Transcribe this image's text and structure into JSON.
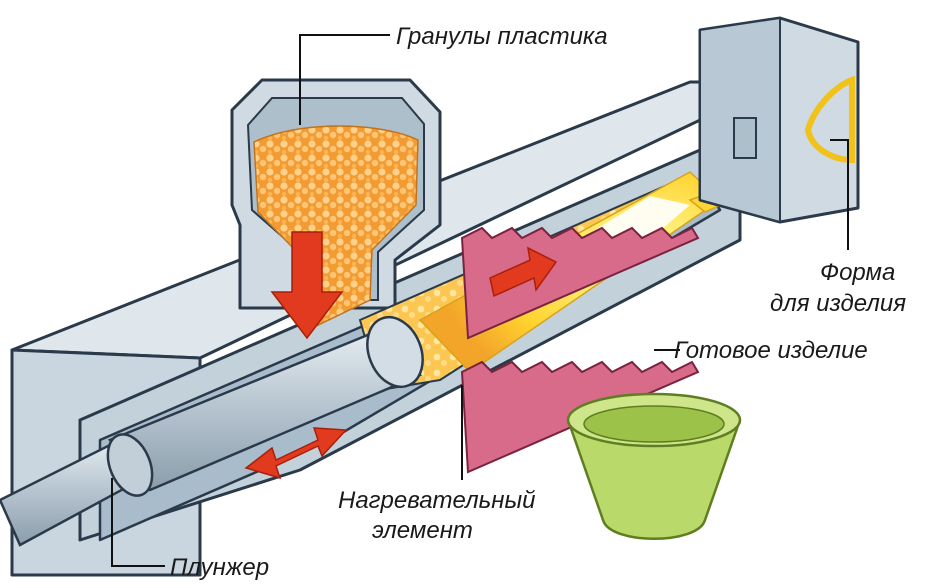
{
  "labels": {
    "granules": "Гранулы пластика",
    "mold_line1": "Форма",
    "mold_line2": "для изделия",
    "product": "Готовое изделие",
    "heater_line1": "Нагревательный",
    "heater_line2": "элемент",
    "plunger": "Плунжер"
  },
  "colors": {
    "housing": "#c9d6df",
    "housing_dark": "#9fb2c0",
    "outline": "#2b3a4a",
    "granule": "#f2a640",
    "melt": "#ffd23a",
    "heater": "#d86a8a",
    "arrow": "#e23a1e",
    "product": "#b9d96a"
  },
  "icons": [
    "flow-arrow-icon",
    "plunger-motion-arrow-icon",
    "downward-feed-arrow-icon"
  ]
}
